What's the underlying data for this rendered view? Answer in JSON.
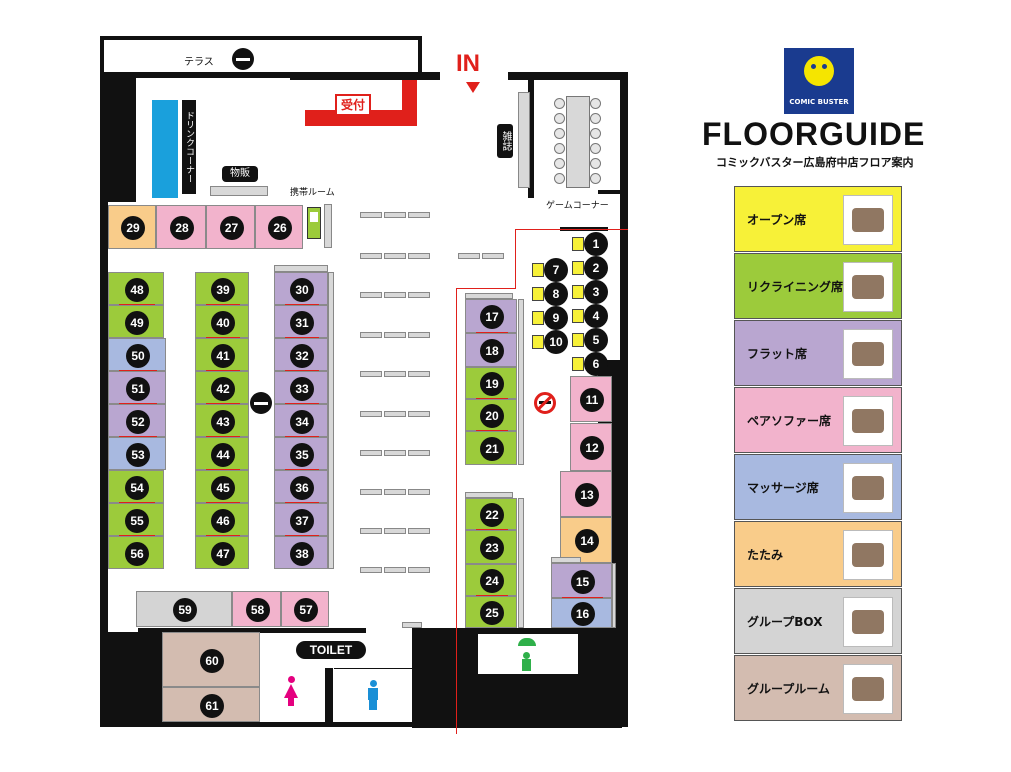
{
  "colors": {
    "open": "#f7f138",
    "recliner": "#9ccb3b",
    "flat": "#b9a6d0",
    "pair_sofa": "#f2b3cc",
    "massage": "#a8b9e0",
    "tatami": "#f9cc8a",
    "group_box": "#d4d4d4",
    "group_room": "#d3bcb0",
    "red": "#e0201b",
    "drink": "#1aa0dc",
    "wall": "#111111"
  },
  "brand": {
    "title": "FLOORGUIDE",
    "subtitle": "コミックバスター広島府中店フロア案内",
    "logo_text": "COMIC BUSTER"
  },
  "entrance": {
    "label": "IN"
  },
  "rooms": {
    "terrace": "テラス",
    "reception": "受付",
    "drink_corner": "ドリンクコーナー",
    "shop": "物販",
    "phone_room": "携帯ルーム",
    "magazines": "雑誌",
    "game_corner": "ゲームコーナー",
    "toilet": "TOILET"
  },
  "icons": {
    "smoking": "smoking-icon",
    "no_smoking": "no-smoking-icon",
    "shower": "shower-icon",
    "female": "female-toilet-icon",
    "male": "male-toilet-icon",
    "phone": "phone-icon",
    "entrance_arrow": "down-arrow-icon"
  },
  "legend": [
    {
      "key": "open",
      "label": "オープン席"
    },
    {
      "key": "recliner",
      "label": "リクライニング席"
    },
    {
      "key": "flat",
      "label": "フラット席"
    },
    {
      "key": "pair_sofa",
      "label": "ペアソファー席"
    },
    {
      "key": "massage",
      "label": "マッサージ席"
    },
    {
      "key": "tatami",
      "label": "たたみ"
    },
    {
      "key": "group_box",
      "label": "グループBOX"
    },
    {
      "key": "group_room",
      "label": "グループルーム"
    }
  ],
  "seats": [
    {
      "n": "1",
      "type": "open"
    },
    {
      "n": "2",
      "type": "open"
    },
    {
      "n": "3",
      "type": "open"
    },
    {
      "n": "4",
      "type": "open"
    },
    {
      "n": "5",
      "type": "open"
    },
    {
      "n": "6",
      "type": "open"
    },
    {
      "n": "7",
      "type": "open"
    },
    {
      "n": "8",
      "type": "open"
    },
    {
      "n": "9",
      "type": "open"
    },
    {
      "n": "10",
      "type": "open"
    },
    {
      "n": "11",
      "type": "pair_sofa"
    },
    {
      "n": "12",
      "type": "pair_sofa"
    },
    {
      "n": "13",
      "type": "pair_sofa"
    },
    {
      "n": "14",
      "type": "tatami"
    },
    {
      "n": "15",
      "type": "flat"
    },
    {
      "n": "16",
      "type": "massage"
    },
    {
      "n": "17",
      "type": "flat"
    },
    {
      "n": "18",
      "type": "flat"
    },
    {
      "n": "19",
      "type": "recliner"
    },
    {
      "n": "20",
      "type": "recliner"
    },
    {
      "n": "21",
      "type": "recliner"
    },
    {
      "n": "22",
      "type": "recliner"
    },
    {
      "n": "23",
      "type": "recliner"
    },
    {
      "n": "24",
      "type": "recliner"
    },
    {
      "n": "25",
      "type": "recliner"
    },
    {
      "n": "26",
      "type": "pair_sofa"
    },
    {
      "n": "27",
      "type": "pair_sofa"
    },
    {
      "n": "28",
      "type": "pair_sofa"
    },
    {
      "n": "29",
      "type": "tatami"
    },
    {
      "n": "30",
      "type": "flat"
    },
    {
      "n": "31",
      "type": "flat"
    },
    {
      "n": "32",
      "type": "flat"
    },
    {
      "n": "33",
      "type": "flat"
    },
    {
      "n": "34",
      "type": "flat"
    },
    {
      "n": "35",
      "type": "flat"
    },
    {
      "n": "36",
      "type": "flat"
    },
    {
      "n": "37",
      "type": "flat"
    },
    {
      "n": "38",
      "type": "flat"
    },
    {
      "n": "39",
      "type": "recliner"
    },
    {
      "n": "40",
      "type": "recliner"
    },
    {
      "n": "41",
      "type": "recliner"
    },
    {
      "n": "42",
      "type": "recliner"
    },
    {
      "n": "43",
      "type": "recliner"
    },
    {
      "n": "44",
      "type": "recliner"
    },
    {
      "n": "45",
      "type": "recliner"
    },
    {
      "n": "46",
      "type": "recliner"
    },
    {
      "n": "47",
      "type": "recliner"
    },
    {
      "n": "48",
      "type": "recliner"
    },
    {
      "n": "49",
      "type": "recliner"
    },
    {
      "n": "50",
      "type": "massage"
    },
    {
      "n": "51",
      "type": "flat"
    },
    {
      "n": "52",
      "type": "flat"
    },
    {
      "n": "53",
      "type": "massage"
    },
    {
      "n": "54",
      "type": "recliner"
    },
    {
      "n": "55",
      "type": "recliner"
    },
    {
      "n": "56",
      "type": "recliner"
    },
    {
      "n": "57",
      "type": "pair_sofa"
    },
    {
      "n": "58",
      "type": "pair_sofa"
    },
    {
      "n": "59",
      "type": "group_box"
    },
    {
      "n": "60",
      "type": "group_room"
    },
    {
      "n": "61",
      "type": "group_room"
    }
  ]
}
